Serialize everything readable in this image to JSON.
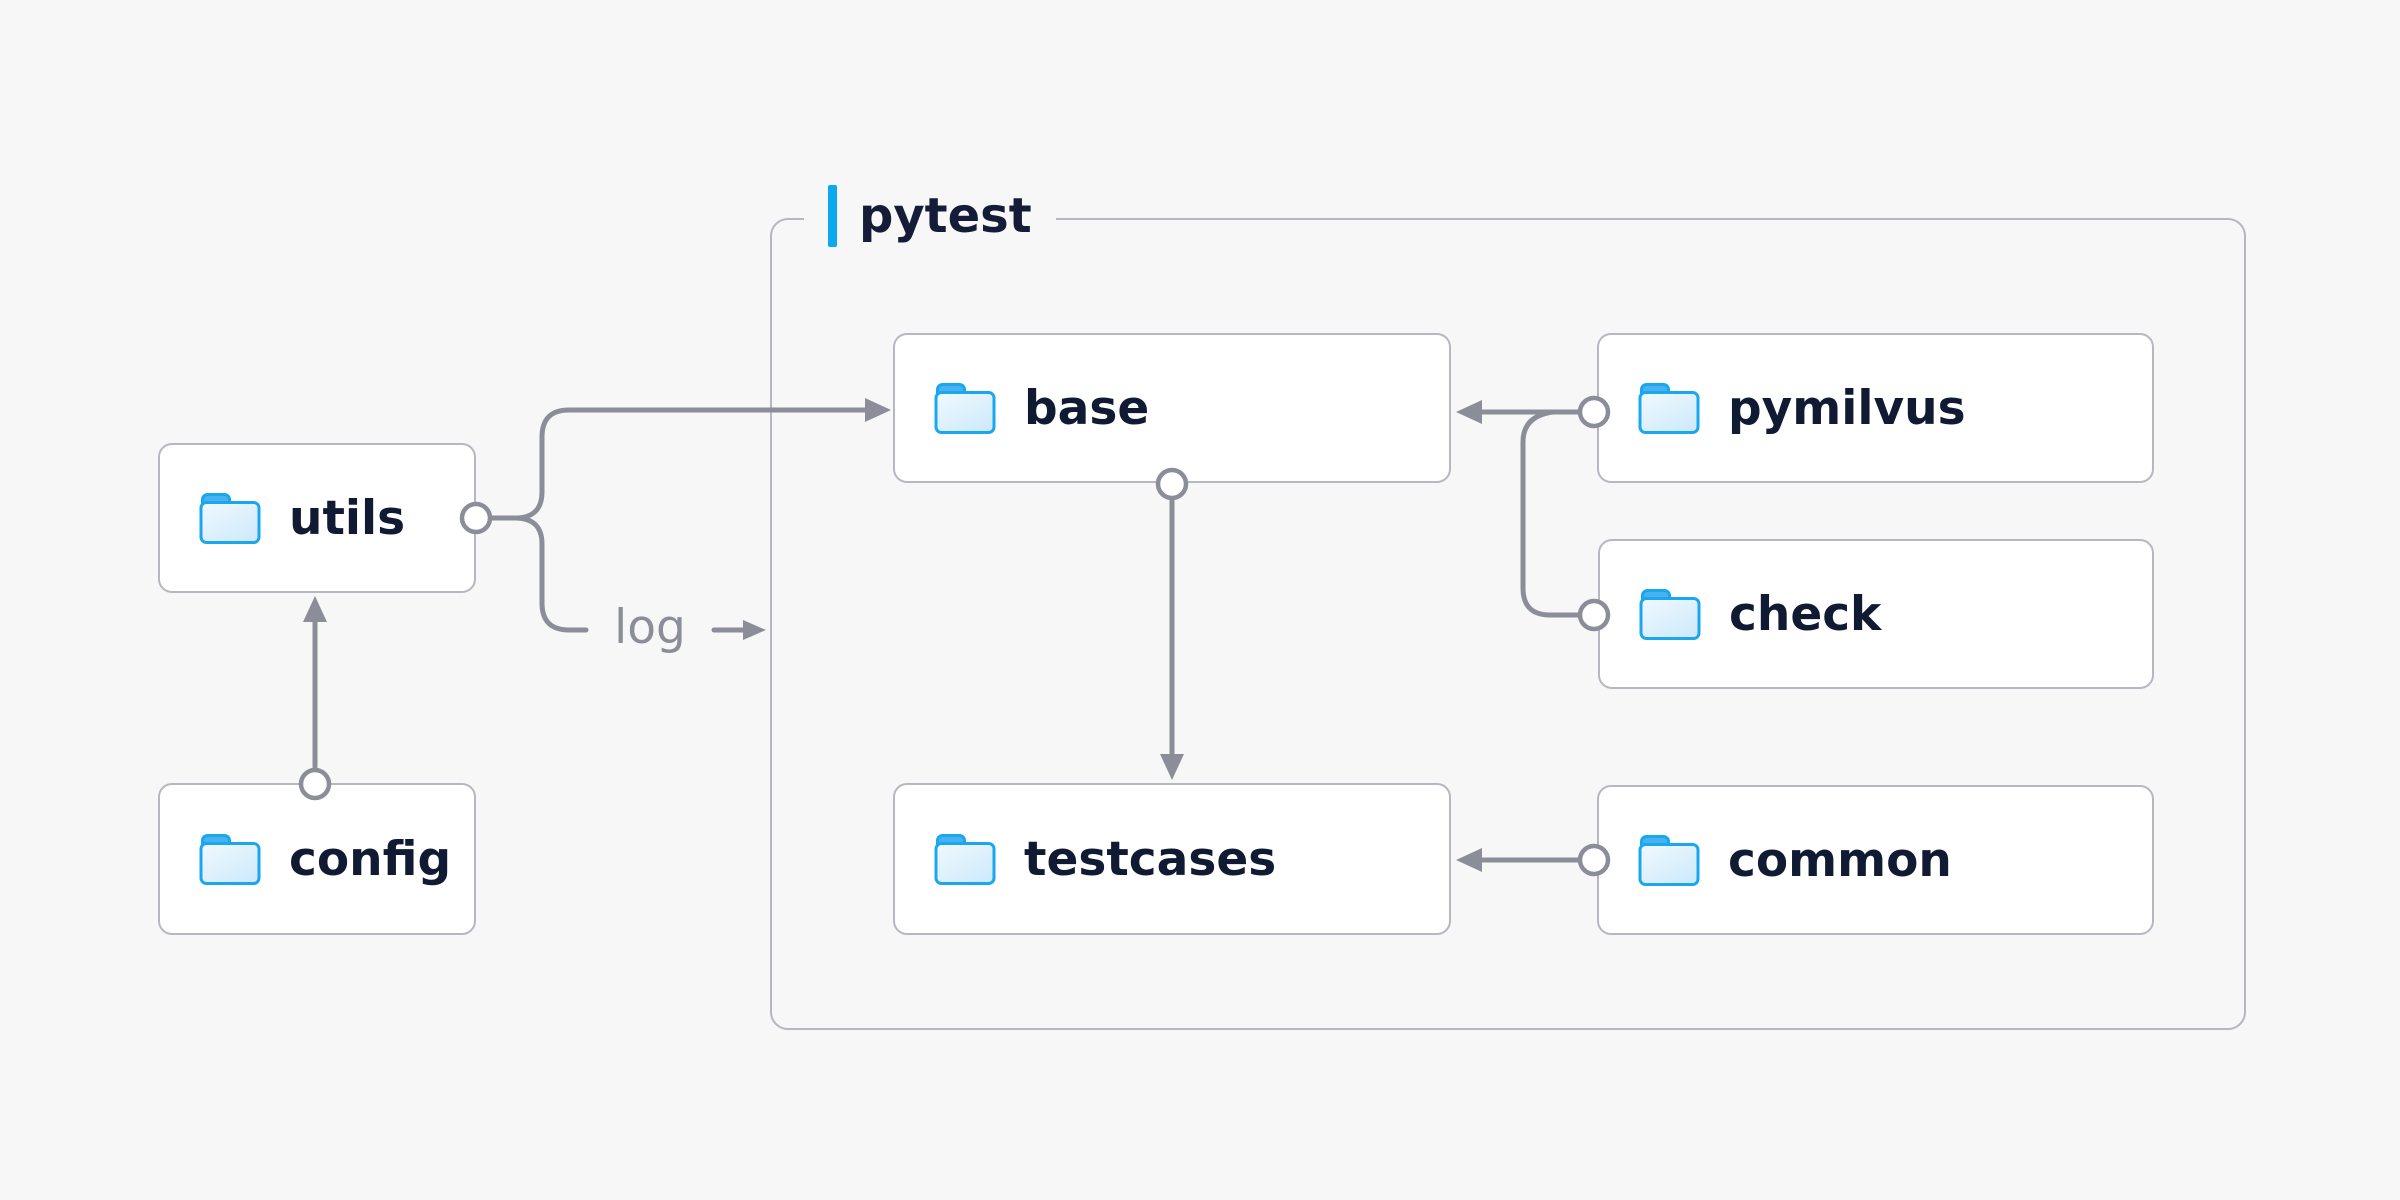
{
  "diagram": {
    "background": "#f7f7f8",
    "container": {
      "label": "pytest",
      "accent_color": "#0ca9f0"
    },
    "nodes": [
      {
        "id": "utils",
        "label": "utils",
        "icon": "folder-icon"
      },
      {
        "id": "config",
        "label": "config",
        "icon": "folder-icon"
      },
      {
        "id": "base",
        "label": "base",
        "icon": "folder-icon"
      },
      {
        "id": "testcases",
        "label": "testcases",
        "icon": "folder-icon"
      },
      {
        "id": "pymilvus",
        "label": "pymilvus",
        "icon": "folder-icon"
      },
      {
        "id": "check",
        "label": "check",
        "icon": "folder-icon"
      },
      {
        "id": "common",
        "label": "common",
        "icon": "folder-icon"
      }
    ],
    "edges": [
      {
        "from": "config",
        "to": "utils",
        "label": ""
      },
      {
        "from": "utils",
        "to": "base",
        "label": ""
      },
      {
        "from": "utils",
        "to": "pytest",
        "label": "log"
      },
      {
        "from": "base",
        "to": "testcases",
        "label": ""
      },
      {
        "from": "pymilvus",
        "to": "base",
        "label": ""
      },
      {
        "from": "pymilvus",
        "to": "check",
        "label": ""
      },
      {
        "from": "common",
        "to": "testcases",
        "label": ""
      }
    ],
    "colors": {
      "node_border": "#b5b7c1",
      "node_background": "#ffffff",
      "wire": "#8b8e98",
      "node_label_text": "#101a33",
      "edge_label_text": "#8b8e98",
      "container_label_text": "#141c38",
      "folder_outline": "#1ba7ee",
      "folder_tab": "#47b2ef",
      "accent_blue": "#0ca9f0"
    }
  }
}
